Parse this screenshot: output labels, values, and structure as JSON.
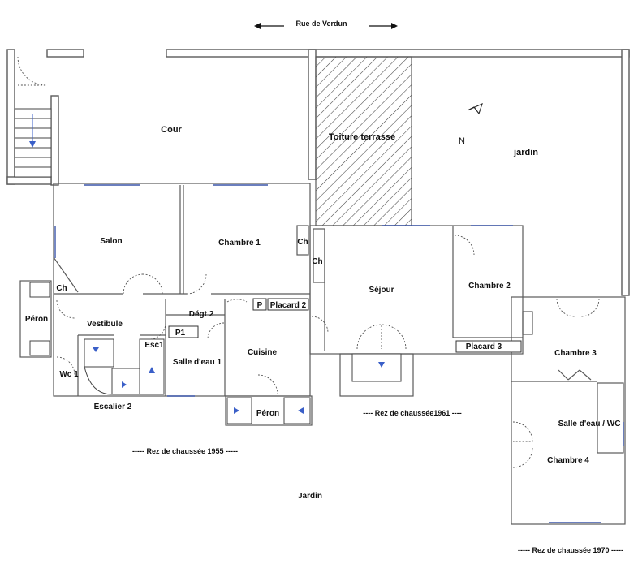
{
  "street": "Rue de Verdun",
  "north": "N",
  "outdoor": {
    "cour": "Cour",
    "toiture": "Toiture terrasse",
    "jardin_top": "jardin",
    "jardin_bottom": "Jardin"
  },
  "rooms": {
    "salon": "Salon",
    "chambre1": "Chambre 1",
    "ch_a": "Ch",
    "ch_b": "Ch",
    "ch_c": "Ch",
    "sejour": "Séjour",
    "chambre2": "Chambre 2",
    "peron_left": "Péron",
    "vestibule": "Vestibule",
    "degt2": "Dégt 2",
    "p_box": "P",
    "placard2": "Placard 2",
    "p1": "P1",
    "esc1": "Esc1",
    "salle_eau1": "Salle d'eau 1",
    "cuisine": "Cuisine",
    "wc1": "Wc 1",
    "escalier2": "Escalier 2",
    "peron_bottom": "Péron",
    "placard3": "Placard 3",
    "chambre3": "Chambre 3",
    "salle_eau_wc": "Salle d'eau / WC",
    "chambre4": "Chambre 4"
  },
  "notes": {
    "rdc1961": "----  Rez de chaussée1961  ----",
    "rdc1955": "-----  Rez de chaussée 1955  -----",
    "rdc1970": "-----  Rez de chaussée 1970  -----"
  },
  "colors": {
    "wall": "#5a5a5a",
    "window": "#3a55a8",
    "arrow": "#3a5fc8"
  }
}
